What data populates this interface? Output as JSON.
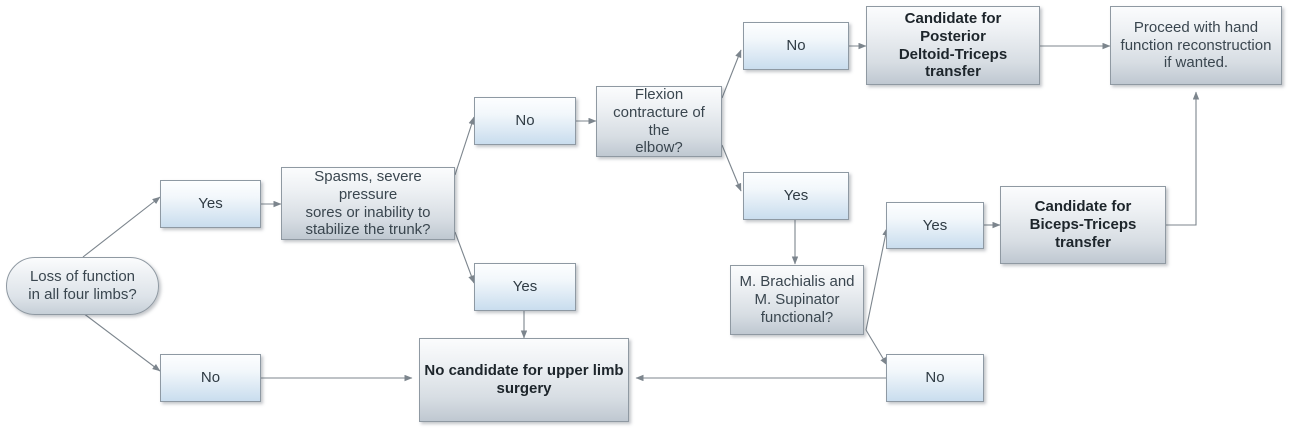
{
  "diagram": {
    "title": "Upper limb surgery candidacy decision flowchart",
    "background": "#ffffff",
    "colors": {
      "chip_fill_top": "#fdfeff",
      "chip_fill_bottom": "#c9ddee",
      "box_fill_top": "#fbfcfd",
      "box_fill_bottom": "#bfc8d1",
      "border": "#8f99a2",
      "text": "#3a464f",
      "strong_text": "#1d252b",
      "edge": "#7c858d"
    }
  },
  "nodes": {
    "start": {
      "label": "Loss of function\nin all four limbs?",
      "shape": "terminator"
    },
    "yes_limbs": {
      "label": "Yes",
      "shape": "chip"
    },
    "no_limbs": {
      "label": "No",
      "shape": "chip"
    },
    "spasms": {
      "label": "Spasms, severe pressure\nsores or inability to\nstabilize the trunk?",
      "shape": "box"
    },
    "spasms_no": {
      "label": "No",
      "shape": "chip"
    },
    "spasms_yes": {
      "label": "Yes",
      "shape": "chip"
    },
    "flexion": {
      "label": "Flexion\ncontracture of the\nelbow?",
      "shape": "box"
    },
    "flexion_no": {
      "label": "No",
      "shape": "chip"
    },
    "flexion_yes": {
      "label": "Yes",
      "shape": "chip"
    },
    "deltoid_triceps": {
      "label": "Candidate for Posterior\nDeltoid-Triceps\ntransfer",
      "shape": "box",
      "bold": true
    },
    "hand_function": {
      "label": "Proceed with hand\nfunction reconstruction\nif wanted.",
      "shape": "box"
    },
    "brachialis": {
      "label": "M. Brachialis and\nM. Supinator\nfunctional?",
      "shape": "box"
    },
    "brachialis_yes": {
      "label": "Yes",
      "shape": "chip"
    },
    "brachialis_no": {
      "label": "No",
      "shape": "chip"
    },
    "biceps_triceps": {
      "label": "Candidate for\nBiceps-Triceps\ntransfer",
      "shape": "box",
      "bold": true
    },
    "no_candidate": {
      "label": "No candidate for upper limb\nsurgery",
      "shape": "box",
      "bold": true
    }
  },
  "edges": [
    {
      "from": "start",
      "to": "yes_limbs",
      "label": ""
    },
    {
      "from": "start",
      "to": "no_limbs",
      "label": ""
    },
    {
      "from": "yes_limbs",
      "to": "spasms",
      "label": ""
    },
    {
      "from": "spasms",
      "to": "spasms_no",
      "label": ""
    },
    {
      "from": "spasms",
      "to": "spasms_yes",
      "label": ""
    },
    {
      "from": "spasms_no",
      "to": "flexion",
      "label": ""
    },
    {
      "from": "spasms_yes",
      "to": "no_candidate",
      "label": ""
    },
    {
      "from": "no_limbs",
      "to": "no_candidate",
      "label": ""
    },
    {
      "from": "flexion",
      "to": "flexion_no",
      "label": ""
    },
    {
      "from": "flexion",
      "to": "flexion_yes",
      "label": ""
    },
    {
      "from": "flexion_no",
      "to": "deltoid_triceps",
      "label": ""
    },
    {
      "from": "deltoid_triceps",
      "to": "hand_function",
      "label": ""
    },
    {
      "from": "flexion_yes",
      "to": "brachialis",
      "label": ""
    },
    {
      "from": "brachialis",
      "to": "brachialis_yes",
      "label": ""
    },
    {
      "from": "brachialis",
      "to": "brachialis_no",
      "label": ""
    },
    {
      "from": "brachialis_yes",
      "to": "biceps_triceps",
      "label": ""
    },
    {
      "from": "biceps_triceps",
      "to": "hand_function",
      "label": ""
    },
    {
      "from": "brachialis_no",
      "to": "no_candidate",
      "label": ""
    }
  ]
}
